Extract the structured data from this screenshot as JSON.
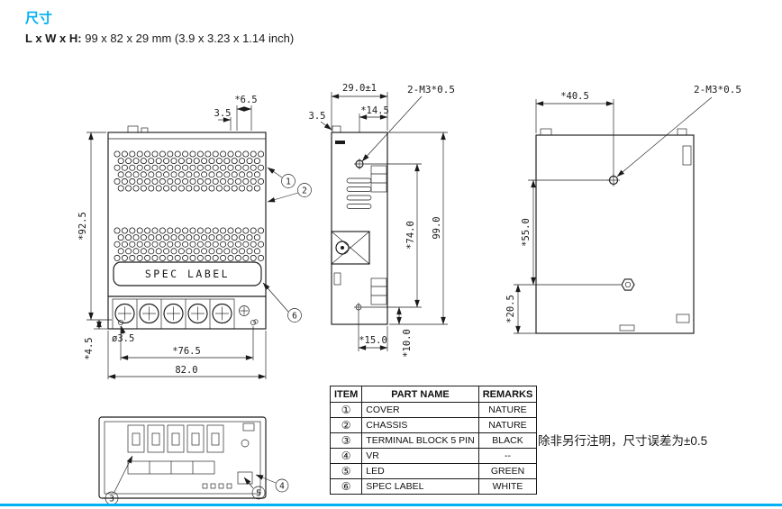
{
  "header": {
    "title": "尺寸",
    "dims_label": "L x W x H:",
    "dims_value": " 99 x 82 x 29 mm (3.9 x 3.23 x 1.14 inch)"
  },
  "front_view": {
    "spec_label": "SPEC LABEL",
    "dim_height": "*92.5",
    "dim_bottom": "*4.5",
    "dim_hole": "ø3.5",
    "dim_mount_width": "*76.5",
    "dim_width": "82.0",
    "dim_top_a": "3.5",
    "dim_top_b": "*6.5",
    "callout_1": "1",
    "callout_2": "2",
    "callout_6": "6"
  },
  "side_view": {
    "dim_depth": "29.0±1",
    "dim_screw": "2-M3*0.5",
    "dim_top_inner": "*14.5",
    "dim_top_left": "3.5",
    "dim_height": "99.0",
    "dim_inner_height": "*74.0",
    "dim_bottom_inner": "*15.0",
    "dim_bottom_offset": "*10.0"
  },
  "back_view": {
    "dim_screw_span": "*40.5",
    "dim_screw": "2-M3*0.5",
    "dim_upper": "*55.0",
    "dim_lower": "*20.5"
  },
  "bottom_view": {
    "callout_3": "3",
    "callout_5": "5",
    "callout_4": "4"
  },
  "parts_table": {
    "headers": [
      "ITEM",
      "PART NAME",
      "REMARKS"
    ],
    "rows": [
      {
        "item": "①",
        "name": "COVER",
        "remark": "NATURE"
      },
      {
        "item": "②",
        "name": "CHASSIS",
        "remark": "NATURE"
      },
      {
        "item": "③",
        "name": "TERMINAL BLOCK 5 PIN",
        "remark": "BLACK"
      },
      {
        "item": "④",
        "name": "VR",
        "remark": "--"
      },
      {
        "item": "⑤",
        "name": "LED",
        "remark": "GREEN"
      },
      {
        "item": "⑥",
        "name": "SPEC LABEL",
        "remark": "WHITE"
      }
    ]
  },
  "note": "除非另行注明，尺寸误差为±0.5",
  "colors": {
    "accent": "#00b0f0",
    "line": "#1a1a1a"
  }
}
